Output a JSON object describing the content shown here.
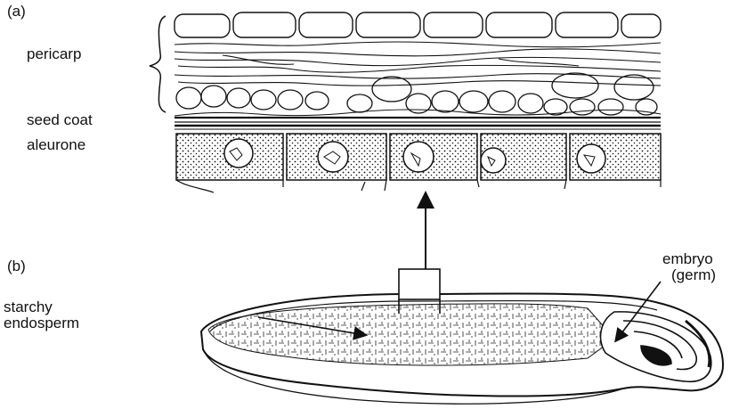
{
  "panel_a": {
    "tag": "(a)",
    "labels": {
      "pericarp": "pericarp",
      "seed_coat": "seed coat",
      "aleurone": "aleurone"
    }
  },
  "panel_b": {
    "tag": "(b)",
    "labels": {
      "starchy_line1": "starchy",
      "starchy_line2": "endosperm",
      "embryo_line1": "embryo",
      "embryo_line2": "(germ)"
    }
  },
  "colors": {
    "ink": "#111111",
    "background": "#ffffff"
  }
}
